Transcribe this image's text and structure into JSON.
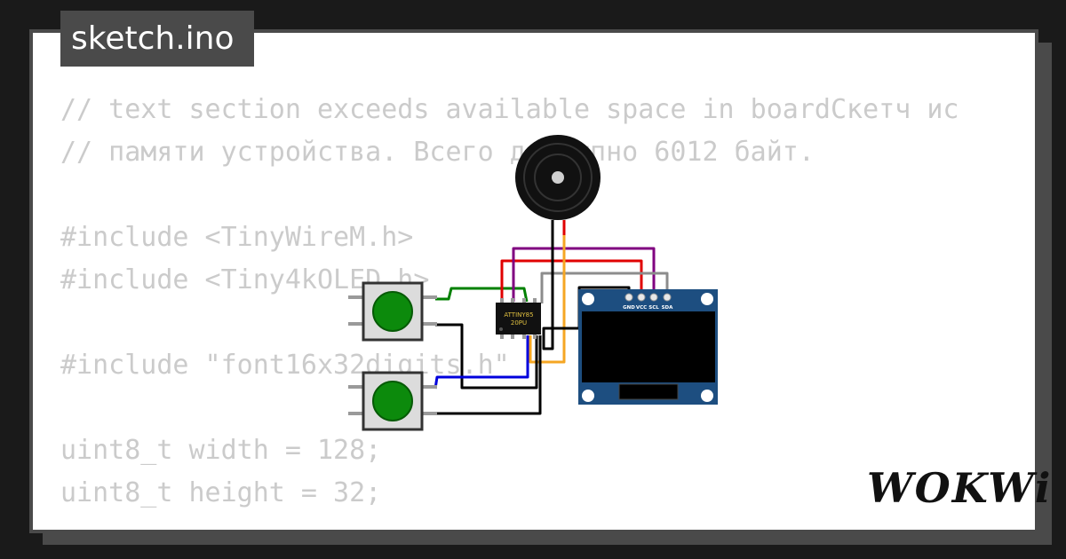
{
  "tab": {
    "filename": "sketch.ino"
  },
  "code": {
    "lines": [
      "// text section exceeds available space in boardСкетч ис",
      "// памяти устройства. Всего доступно 6012 байт.",
      "",
      "#include <TinyWireM.h>",
      "#include <Tiny4kOLED.h>",
      "",
      "#include \"font16x32digits.h\"",
      "",
      "uint8_t width = 128;",
      "uint8_t height = 32;"
    ]
  },
  "chip": {
    "line1": "ATTINY85",
    "line2": "20PU"
  },
  "oled": {
    "pins": [
      "GND",
      "VCC",
      "SCL",
      "SDA"
    ]
  },
  "brand": {
    "logo": "WOKWi"
  },
  "colors": {
    "frame": "#4a4a4a",
    "code_text": "#cbcbcb",
    "button_green": "#0c8a0c",
    "oled_blue": "#1d4e80",
    "wire_green": "#008000",
    "wire_red": "#e00000",
    "wire_purple": "#800080",
    "wire_gray": "#8c8c8c",
    "wire_orange": "#f5a623",
    "wire_blue": "#0000dd",
    "wire_black": "#000000"
  }
}
